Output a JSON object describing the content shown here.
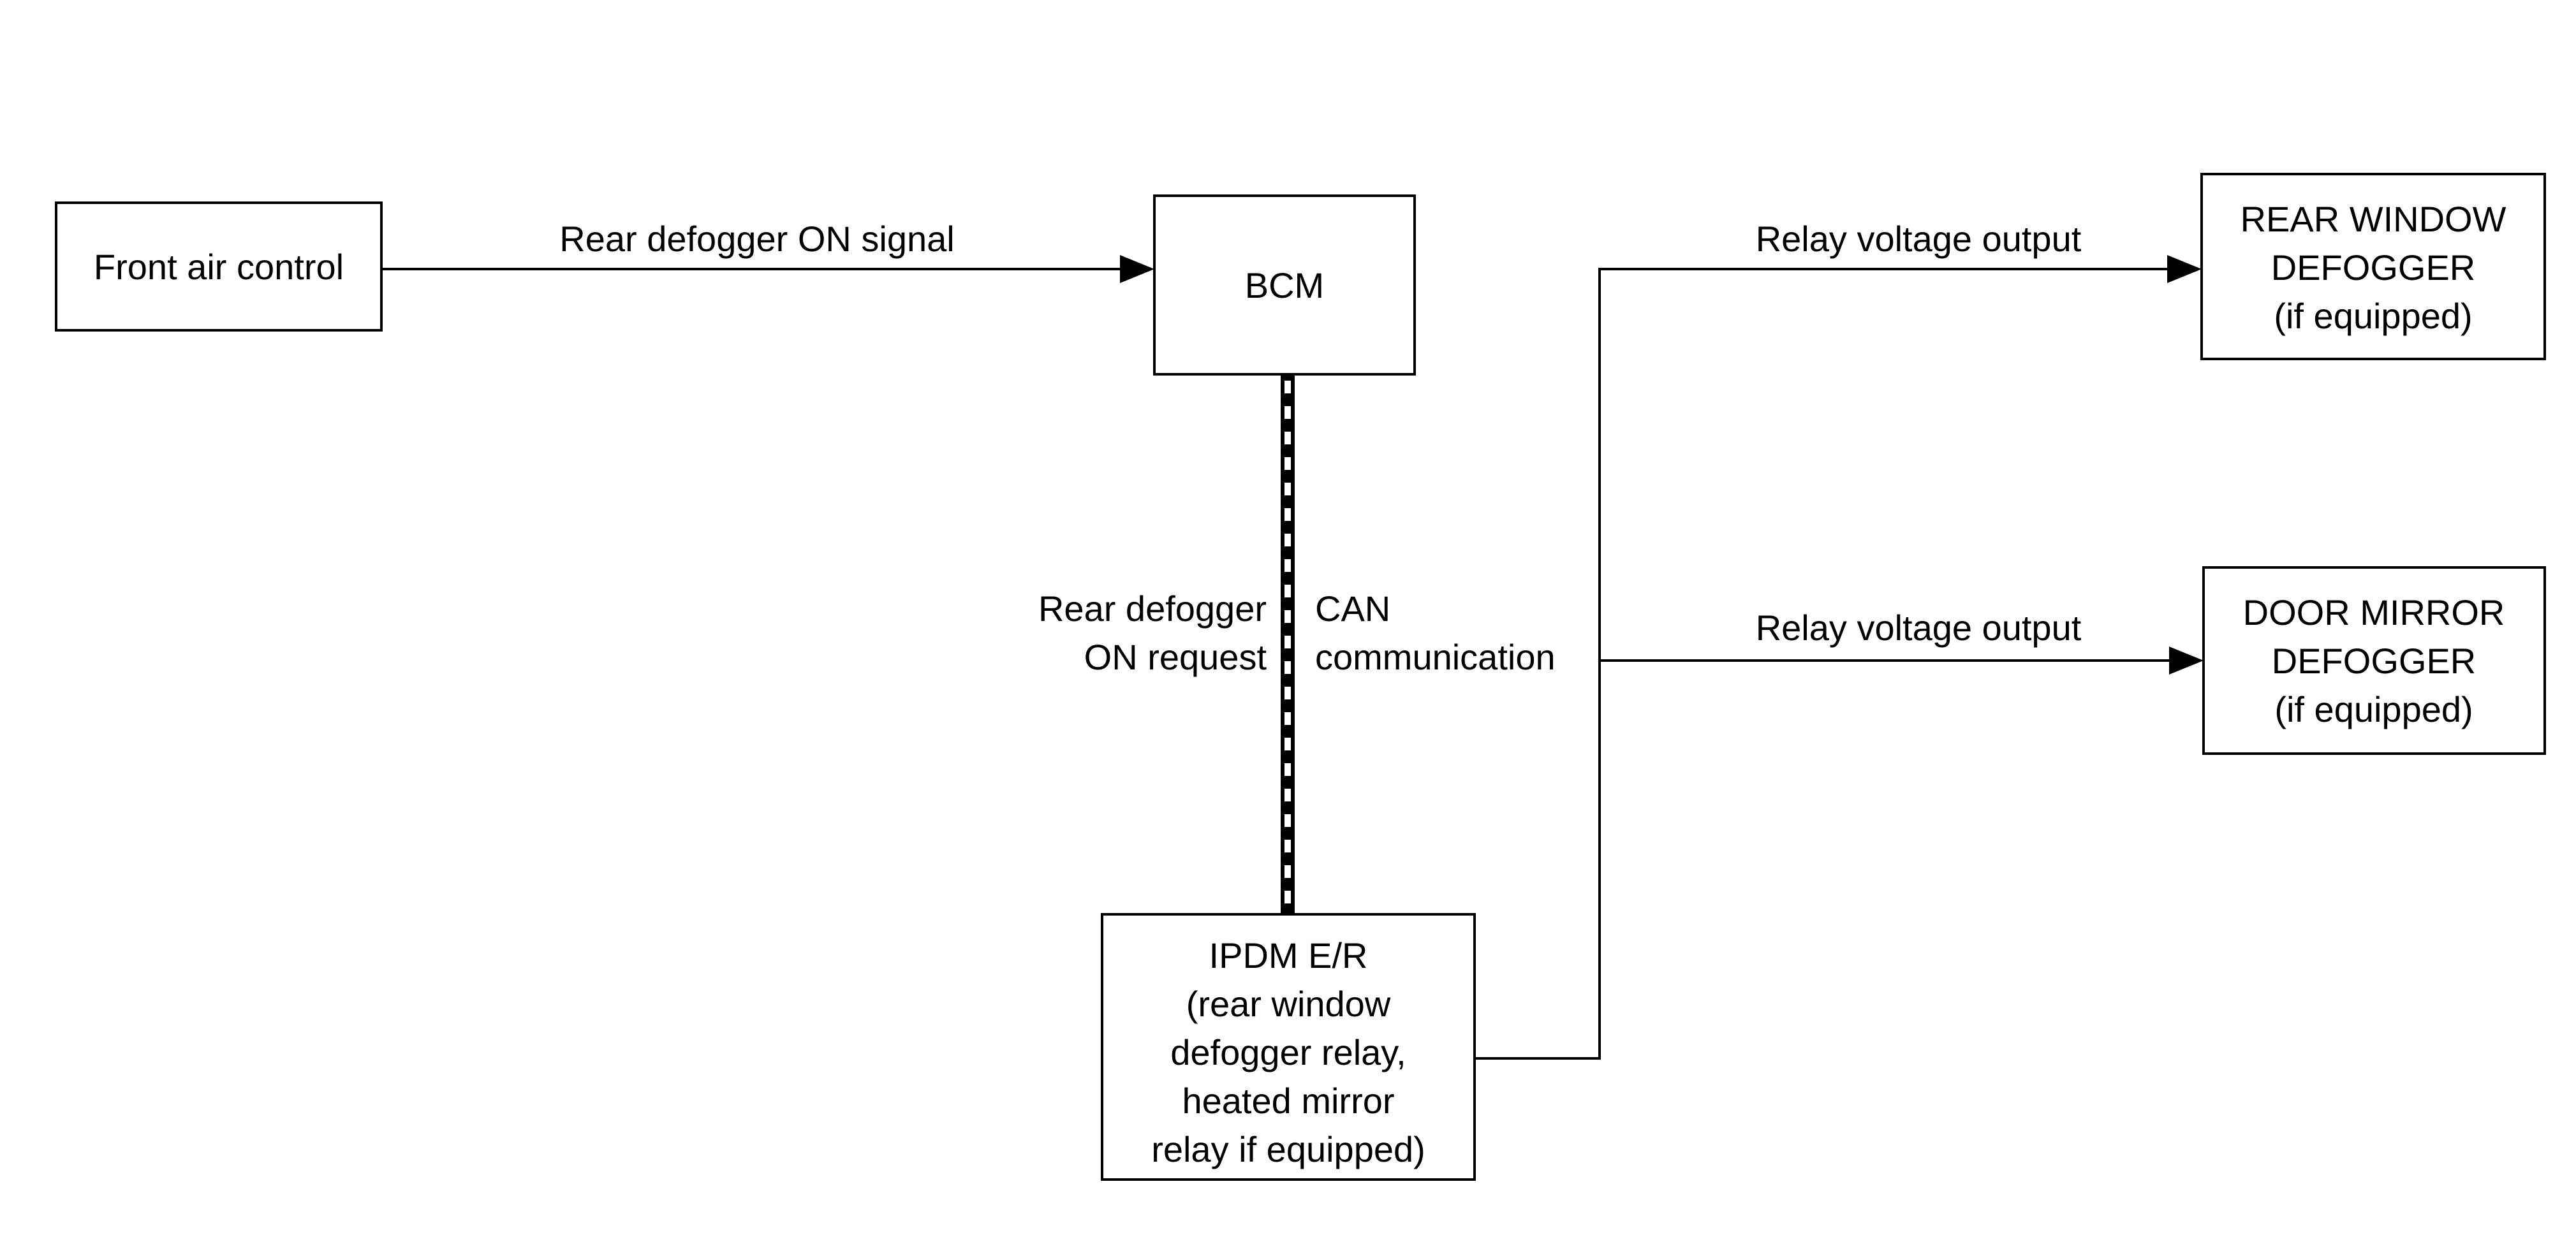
{
  "diagram": {
    "nodes": {
      "front_air_control": {
        "lines": [
          "Front air control"
        ]
      },
      "bcm": {
        "lines": [
          "BCM"
        ]
      },
      "ipdm": {
        "lines": [
          "IPDM E/R",
          "(rear window",
          "defogger relay,",
          "heated mirror",
          "relay if equipped)"
        ]
      },
      "rear_window_defogger": {
        "lines": [
          "REAR WINDOW",
          "DEFOGGER",
          "(if equipped)"
        ]
      },
      "door_mirror_defogger": {
        "lines": [
          "DOOR MIRROR",
          "DEFOGGER",
          "(if equipped)"
        ]
      }
    },
    "edges": {
      "rear_defogger_on_signal": {
        "label": "Rear defogger ON signal"
      },
      "can_left": {
        "lines": [
          "Rear defogger",
          "ON request"
        ]
      },
      "can_right": {
        "lines": [
          "CAN",
          "communication"
        ]
      },
      "relay_output_rear": {
        "label": "Relay voltage output"
      },
      "relay_output_door": {
        "label": "Relay voltage output"
      }
    }
  }
}
